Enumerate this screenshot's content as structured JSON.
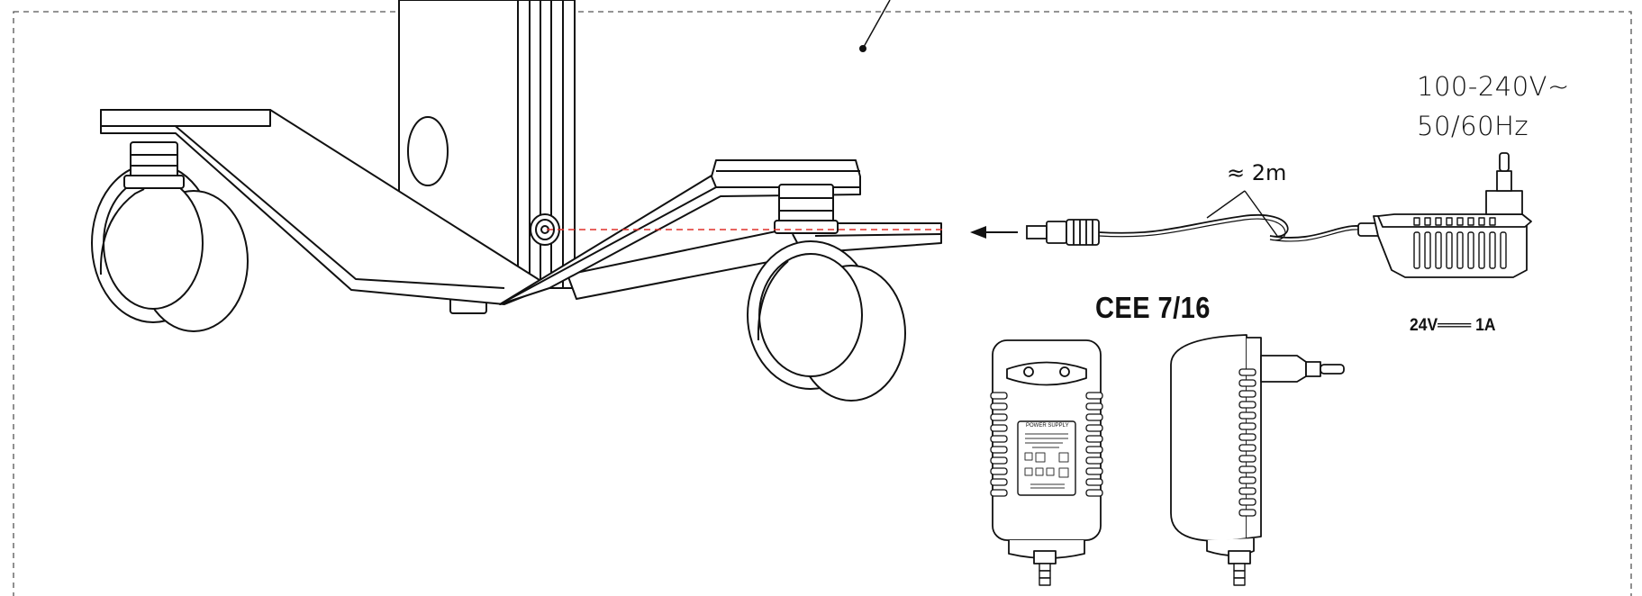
{
  "labels": {
    "input_voltage": "100-240V~",
    "input_frequency": "50/60Hz",
    "cord_length": "≈ 2m",
    "plug_standard": "CEE 7/16",
    "output_rating": "24V═══ 1A",
    "adapter_label_title": "POWER SUPPLY"
  },
  "colors": {
    "line": "#111111",
    "border_dash": "#555555",
    "connection_guide": "#e0302a"
  }
}
